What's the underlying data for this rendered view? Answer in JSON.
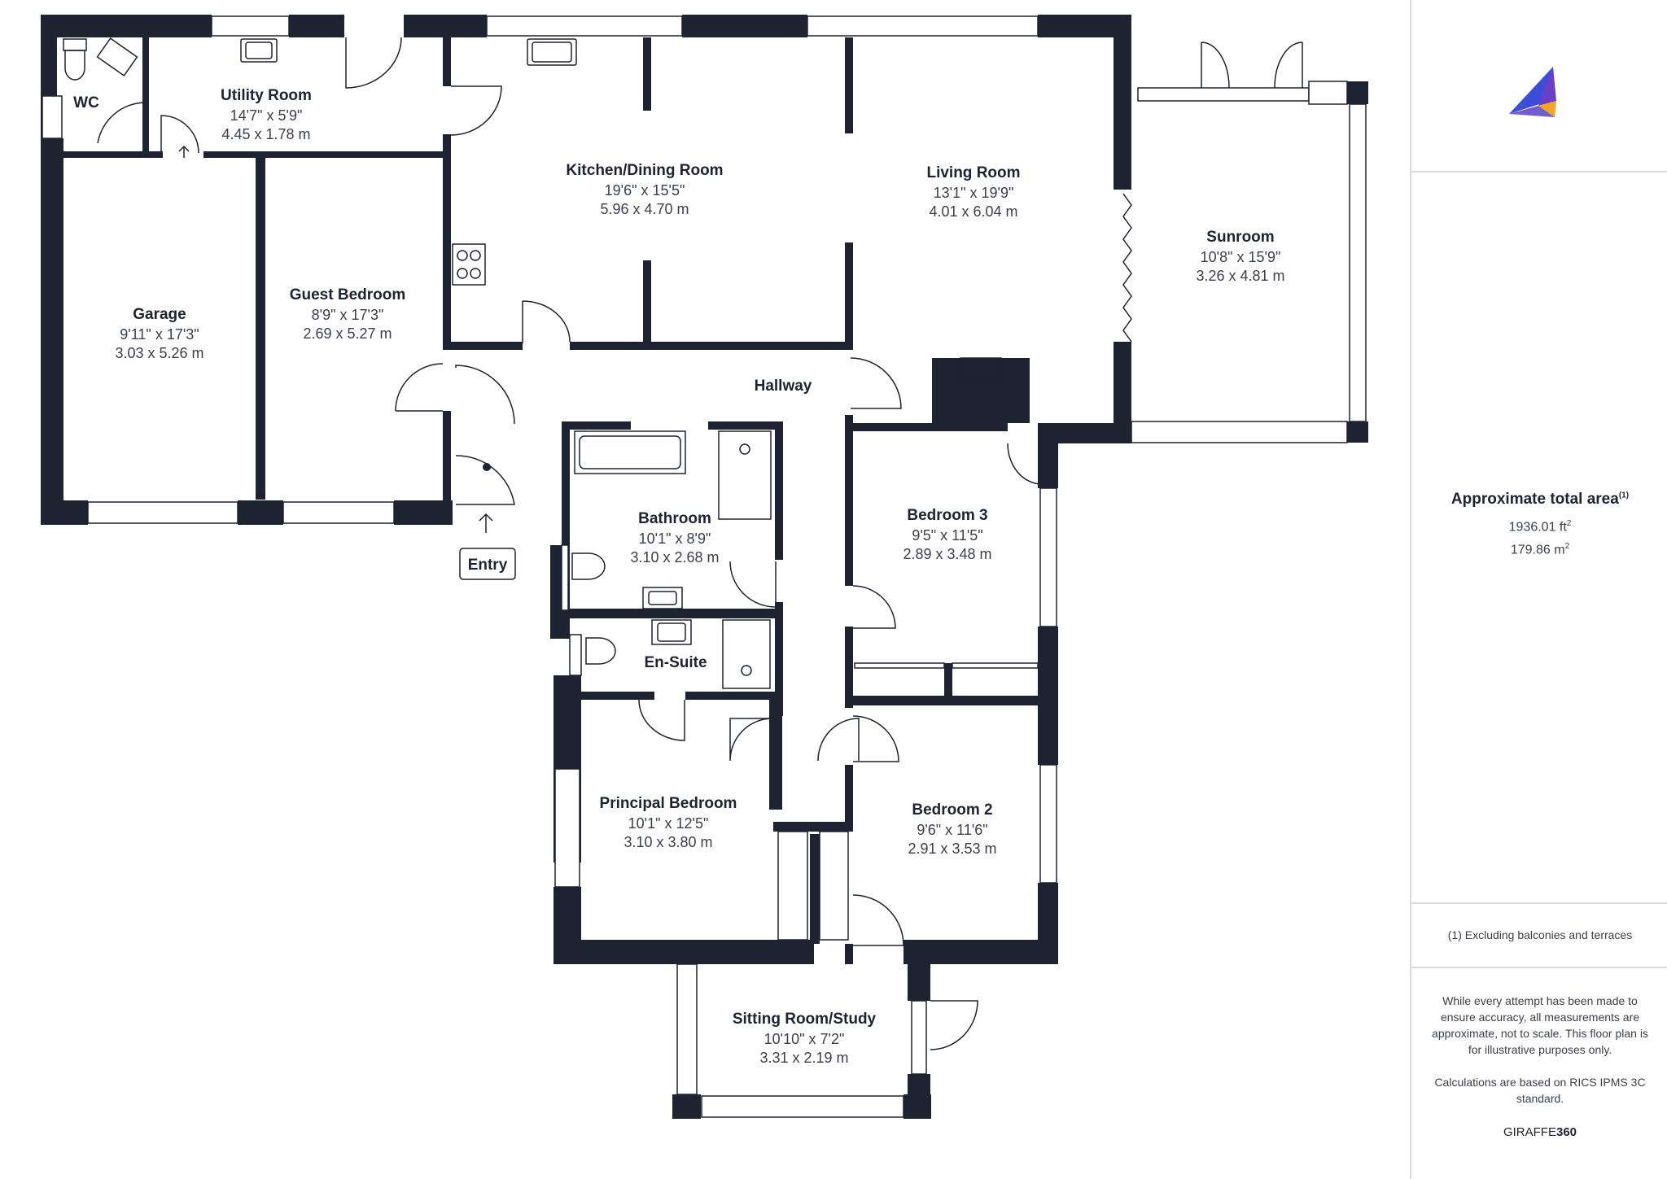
{
  "rooms": [
    {
      "id": "wc",
      "name": "WC",
      "imperial": "",
      "metric": ""
    },
    {
      "id": "utility",
      "name": "Utility Room",
      "imperial": "14'7\" x 5'9\"",
      "metric": "4.45 x 1.78 m"
    },
    {
      "id": "kitchen",
      "name": "Kitchen/Dining Room",
      "imperial": "19'6\" x 15'5\"",
      "metric": "5.96 x 4.70 m"
    },
    {
      "id": "living",
      "name": "Living Room",
      "imperial": "13'1\" x 19'9\"",
      "metric": "4.01 x 6.04 m"
    },
    {
      "id": "sunroom",
      "name": "Sunroom",
      "imperial": "10'8\" x 15'9\"",
      "metric": "3.26 x 4.81 m"
    },
    {
      "id": "garage",
      "name": "Garage",
      "imperial": "9'11\" x 17'3\"",
      "metric": "3.03 x 5.26 m"
    },
    {
      "id": "guest",
      "name": "Guest Bedroom",
      "imperial": "8'9\" x 17'3\"",
      "metric": "2.69 x 5.27 m"
    },
    {
      "id": "hallway",
      "name": "Hallway",
      "imperial": "",
      "metric": ""
    },
    {
      "id": "bathroom",
      "name": "Bathroom",
      "imperial": "10'1\" x 8'9\"",
      "metric": "3.10 x 2.68 m"
    },
    {
      "id": "bedroom3",
      "name": "Bedroom 3",
      "imperial": "9'5\" x 11'5\"",
      "metric": "2.89 x 3.48 m"
    },
    {
      "id": "ensuite",
      "name": "En-Suite",
      "imperial": "",
      "metric": ""
    },
    {
      "id": "principal",
      "name": "Principal Bedroom",
      "imperial": "10'1\" x 12'5\"",
      "metric": "3.10 x 3.80 m"
    },
    {
      "id": "bedroom2",
      "name": "Bedroom 2",
      "imperial": "9'6\" x 11'6\"",
      "metric": "2.91 x 3.53 m"
    },
    {
      "id": "sitting",
      "name": "Sitting Room/Study",
      "imperial": "10'10\" x 7'2\"",
      "metric": "3.31 x 2.19 m"
    }
  ],
  "entry_label": "Entry",
  "panel": {
    "area_title": "Approximate total area",
    "area_note_marker": "(1)",
    "area_ft": "1936.01 ft",
    "area_m": "179.86 m",
    "sq": "2",
    "footnote": "(1) Excluding balconies and terraces",
    "disclaimer_1": "While every attempt has been made to ensure accuracy, all measurements are approximate, not to scale. This floor plan is for illustrative purposes only.",
    "disclaimer_2": "Calculations are based on RICS IPMS 3C standard.",
    "brand_a": "GIRAFFE",
    "brand_b": "360"
  },
  "colors": {
    "wall": "#1d2330",
    "logo_purple": "#6a3fc4",
    "logo_blue": "#3b4fd6",
    "logo_orange": "#f5a623"
  }
}
